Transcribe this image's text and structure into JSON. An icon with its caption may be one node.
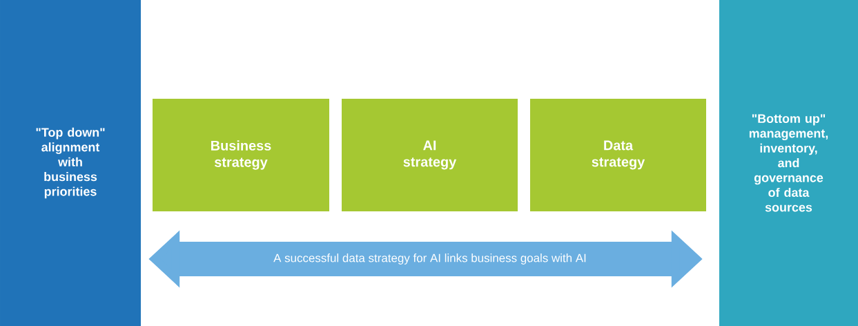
{
  "diagram": {
    "nodes": [
      {
        "text": [
          "\"Top down\" alignment with business priorities"
        ]
      },
      {
        "text": [
          "Business strategy"
        ]
      },
      {
        "text": [
          "AI strategy"
        ]
      },
      {
        "text": [
          "Data strategy"
        ]
      },
      {
        "text": [
          "\"Bottom up\" management, inventory, and governance of data sources"
        ]
      }
    ],
    "edges": [
      {
        "from": 0,
        "to": 4,
        "arrow": "both",
        "label": "A successful data strategy for AI links business goals with AI"
      }
    ]
  }
}
